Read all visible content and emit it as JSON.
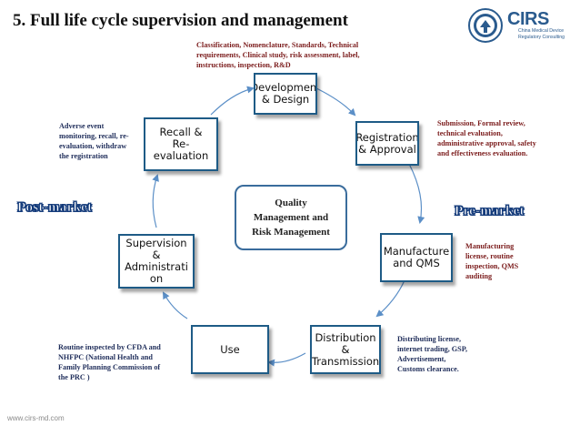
{
  "title": "5. Full life cycle supervision and management",
  "logo": {
    "name": "CIRS",
    "tagline_line1": "China Medical Device",
    "tagline_line2": "Regulatory Consulting"
  },
  "center": {
    "line1": "Quality",
    "line2": "Management and",
    "line3": "Risk Management"
  },
  "phases": {
    "post_market": "Post-market",
    "pre_market": "Pre-market"
  },
  "boxes": {
    "development": [
      "Development",
      "& Design"
    ],
    "registration": [
      "Registration",
      "& Approval"
    ],
    "manufacture": [
      "Manufacture",
      "and QMS"
    ],
    "distribution": [
      "Distribution",
      "&",
      "Transmission"
    ],
    "use": [
      "Use"
    ],
    "supervision": [
      "Supervision",
      "&",
      "Administrati",
      "on"
    ],
    "recall": [
      "Recall &",
      "Re-",
      "evaluation"
    ]
  },
  "notes": {
    "development": [
      "Classification, Nomenclature, Standards, Technical",
      "requirements, Clinical study, risk assessment, label,",
      "instructions, inspection, R&D"
    ],
    "registration": [
      "Submission, Formal review,",
      "technical evaluation,",
      "administrative approval, safety",
      "and effectiveness evaluation."
    ],
    "manufacture": [
      "Manufacturing",
      "license,  routine",
      "inspection, QMS",
      "auditing"
    ],
    "distribution": [
      "Distributing license,",
      "internet trading, GSP,",
      "Advertisement,",
      "Customs clearance."
    ],
    "supervision": [
      "Routine inspected by CFDA and",
      "NHFPC (National Health and",
      "Family Planning Commission of",
      "the PRC )"
    ],
    "recall": [
      "Adverse event",
      "monitoring, recall, re-",
      "evaluation, withdraw",
      "the registration"
    ]
  },
  "footer_url": "www.cirs-md.com",
  "colors": {
    "box_border": "#1e5b86",
    "arrow": "#5b8fc7",
    "note_navy": "#1f2d5a",
    "note_maroon": "#7b1c1c",
    "phase_outline": "#133a7a"
  }
}
